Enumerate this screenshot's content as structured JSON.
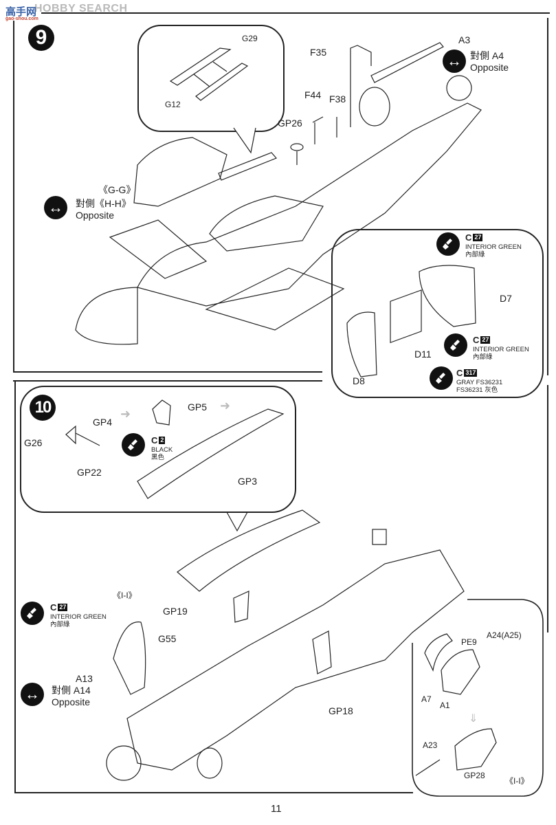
{
  "watermark": {
    "text": "HOBBY SEARCH",
    "logo_cn": "高手网",
    "logo_sub": "gao-shou.com"
  },
  "page_number": "11",
  "step9": {
    "number": "9",
    "callout_parts": [
      "G29",
      "G12"
    ],
    "parts": [
      "F35",
      "A3",
      "F44",
      "F38",
      "GP26",
      "D7",
      "D11",
      "D8"
    ],
    "opposite_top": {
      "cn": "對側 A4",
      "en": "Opposite"
    },
    "section_label": "《G-G》",
    "opposite_left": {
      "cn": "對側《H-H》",
      "en": "Opposite"
    },
    "paints": [
      {
        "code": "C",
        "num": "27",
        "name": "INTERIOR GREEN",
        "cn": "內部綠"
      },
      {
        "code": "C",
        "num": "27",
        "name": "INTERIOR GREEN",
        "cn": "內部綠"
      },
      {
        "code": "C",
        "num": "317",
        "name": "GRAY FS36231",
        "cn": "FS36231 灰色"
      }
    ]
  },
  "step10": {
    "number": "10",
    "callout_parts": [
      "GP4",
      "G26",
      "GP22",
      "GP5",
      "GP3"
    ],
    "callout_paint": {
      "code": "C",
      "num": "2",
      "name": "BLACK",
      "cn": "黑色"
    },
    "parts": [
      "GP19",
      "G55",
      "A13",
      "GP18"
    ],
    "section_label": "《I-I》",
    "paint": {
      "code": "C",
      "num": "27",
      "name": "INTERIOR GREEN",
      "cn": "內部綠"
    },
    "opposite": {
      "cn": "對側 A14",
      "en": "Opposite"
    },
    "detail_parts": [
      "PE9",
      "A24(A25)",
      "A7",
      "A1",
      "A23",
      "GP28"
    ],
    "detail_label": "《I-I》"
  }
}
